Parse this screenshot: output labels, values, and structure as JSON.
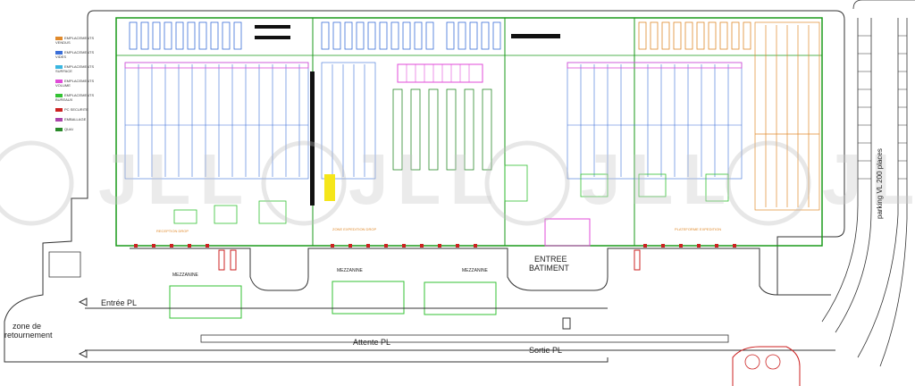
{
  "labels": {
    "zone_de_retournement_1": "zone de",
    "zone_de_retournement_2": "retournement",
    "entree_pl": "Entrée PL",
    "attente_pl": "Attente PL",
    "sortie_pl": "Sortie PL",
    "entree_batiment_1": "ENTREE",
    "entree_batiment_2": "BATIMENT",
    "parking_vl": "parking VL 200 places",
    "mezzanine_left": "MEZZANINE",
    "mezzanine_mid": "MEZZANINE",
    "mezzanine_right": "MEZZANINE",
    "reception_label": "RECEPTION DROP",
    "zone_expedition": "ZONE EXPEDITION DROP",
    "plateformes": "PLATEFORME EXPEDITION"
  },
  "legend": [
    {
      "text": "EMPLACEMENTS VENDUS",
      "color": "#e08a2c"
    },
    {
      "text": "EMPLACEMENTS VIDES",
      "color": "#3b6fd8"
    },
    {
      "text": "EMPLACEMENTS SURFACE",
      "color": "#39b6e0"
    },
    {
      "text": "EMPLACEMENTS VOLUME",
      "color": "#e04bd8"
    },
    {
      "text": "EMPLACEMENTS BUREAUX",
      "color": "#33c233"
    },
    {
      "text": "PC SECURITE",
      "color": "#cc2222"
    },
    {
      "text": "EMBALLAGE",
      "color": "#aa44aa"
    },
    {
      "text": "QUAI",
      "color": "#2a8a2a"
    }
  ],
  "watermark_text": "JLL",
  "colors": {
    "wall": "#1a9a1a",
    "rack_blue": "#3b6fd8",
    "rack_cyan": "#39b6e0",
    "rack_orange": "#e08a2c",
    "rack_pink": "#e04bd8",
    "red": "#cc2222",
    "yellow": "#f5e61a",
    "road": "#333333"
  }
}
